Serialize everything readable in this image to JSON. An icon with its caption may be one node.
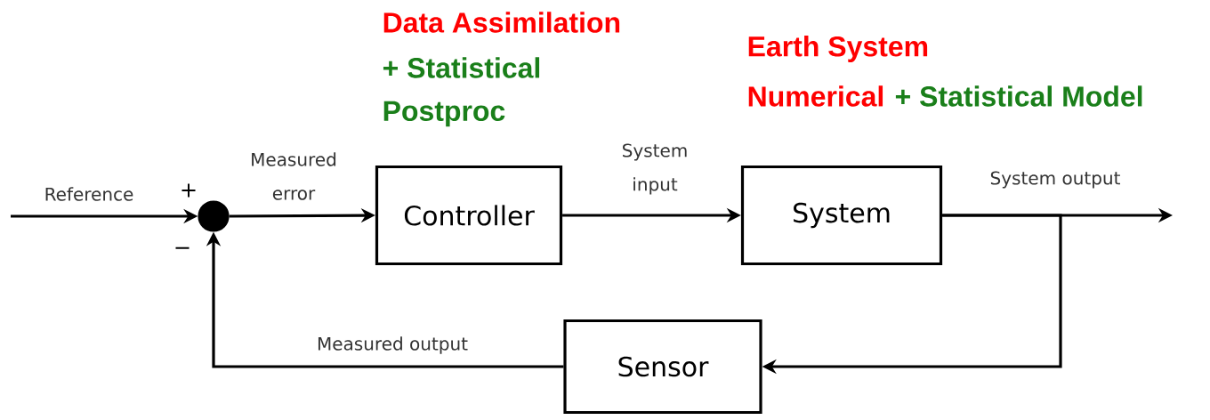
{
  "diagram": {
    "nodes": [
      {
        "text": [],
        "shape": "circle"
      },
      {
        "text": [
          "Controller"
        ]
      },
      {
        "text": [
          "System"
        ]
      },
      {
        "text": [
          "Sensor"
        ]
      }
    ],
    "edges": [
      {
        "from": null,
        "to": 0,
        "arrow": "to",
        "label": "Reference"
      },
      {
        "from": 0,
        "to": 1,
        "arrow": "to",
        "label": "Measured error"
      },
      {
        "from": 1,
        "to": 2,
        "arrow": "to",
        "label": "System input"
      },
      {
        "from": 2,
        "to": null,
        "arrow": "to",
        "label": "System output"
      },
      {
        "from": 2,
        "to": 3,
        "arrow": "to"
      },
      {
        "from": 3,
        "to": 0,
        "arrow": "to",
        "label": "Measured output"
      }
    ],
    "labels": [
      "Data Assimilation",
      "+ Statistical",
      "Postproc",
      "Earth System",
      "Numerical",
      "+ Statistical Model",
      "+",
      "−"
    ]
  }
}
